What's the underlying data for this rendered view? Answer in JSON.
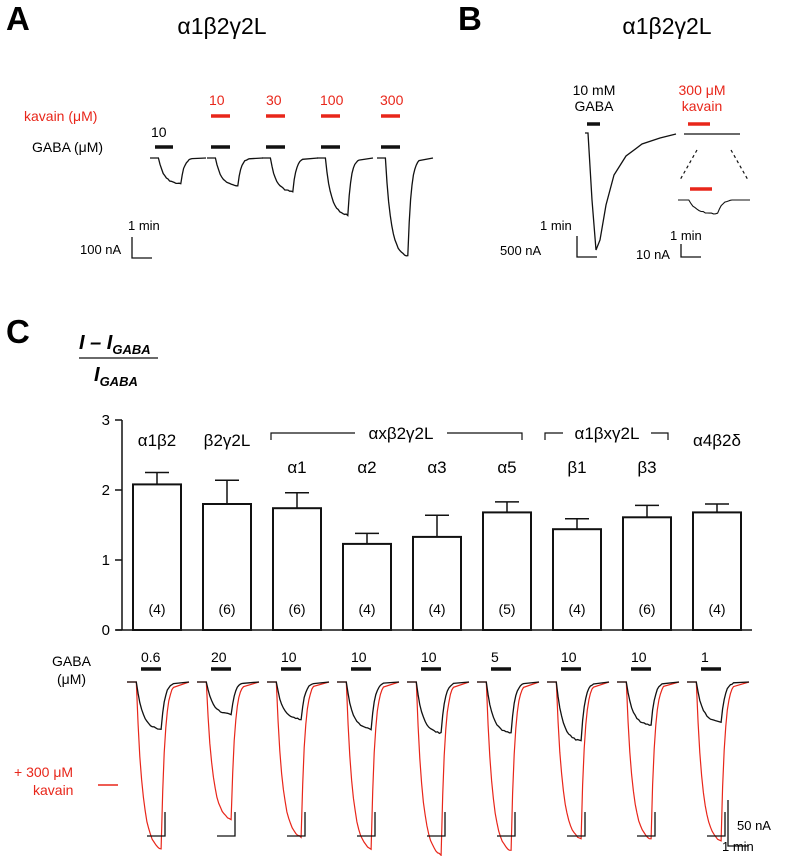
{
  "panels": {
    "A": {
      "letter": "A",
      "title": "α1β2γ2L",
      "kavain_label": "kavain (μM)",
      "gaba_label": "GABA (μM)",
      "gaba_value": "10",
      "kavain_concs": [
        "10",
        "30",
        "100",
        "300"
      ],
      "scale_time": "1 min",
      "scale_current": "100 nA"
    },
    "B": {
      "letter": "B",
      "title": "α1β2γ2L",
      "gaba_label_1": "10 mM",
      "gaba_label_2": "GABA",
      "kavain_label_1": "300 μM",
      "kavain_label_2": "kavain",
      "scale_time": "1 min",
      "scale_current": "500 nA",
      "inset_scale_time": "1 min",
      "inset_scale_current": "10 nA"
    },
    "C": {
      "letter": "C",
      "ylabel_num_main": "I – I",
      "ylabel_num_sub": "GABA",
      "ylabel_den_main": "I",
      "ylabel_den_sub": "GABA",
      "bracket_1": "αxβ2γ2L",
      "bracket_2": "α1βxγ2L",
      "gaba_label_1": "GABA",
      "gaba_label_2": "(μM)",
      "kavain_label_1": "+ 300 μM",
      "kavain_label_2": "kavain",
      "scale_current": "50 nA",
      "scale_time": "1 min",
      "gaba_concs": [
        "0.6",
        "20",
        "10",
        "10",
        "10",
        "5",
        "10",
        "10",
        "1"
      ]
    }
  },
  "colors": {
    "kavain": "#e8261a",
    "gaba": "#111111",
    "bar_fill": "#ffffff"
  },
  "chart_data": [
    {
      "type": "bar",
      "panel": "C",
      "categories": [
        "α1β2",
        "β2γ2L",
        "α1",
        "α2",
        "α3",
        "α5",
        "β1",
        "β3",
        "α4β2δ"
      ],
      "values": [
        2.08,
        1.8,
        1.74,
        1.23,
        1.33,
        1.68,
        1.44,
        1.61,
        1.68
      ],
      "error": [
        0.17,
        0.34,
        0.22,
        0.15,
        0.31,
        0.15,
        0.15,
        0.17,
        0.12
      ],
      "n_labels": [
        "(4)",
        "(6)",
        "(6)",
        "(4)",
        "(4)",
        "(5)",
        "(4)",
        "(6)",
        "(4)"
      ],
      "ylim": [
        0,
        3
      ],
      "yticks": [
        "0",
        "1",
        "2",
        "3"
      ],
      "grid": false
    }
  ]
}
